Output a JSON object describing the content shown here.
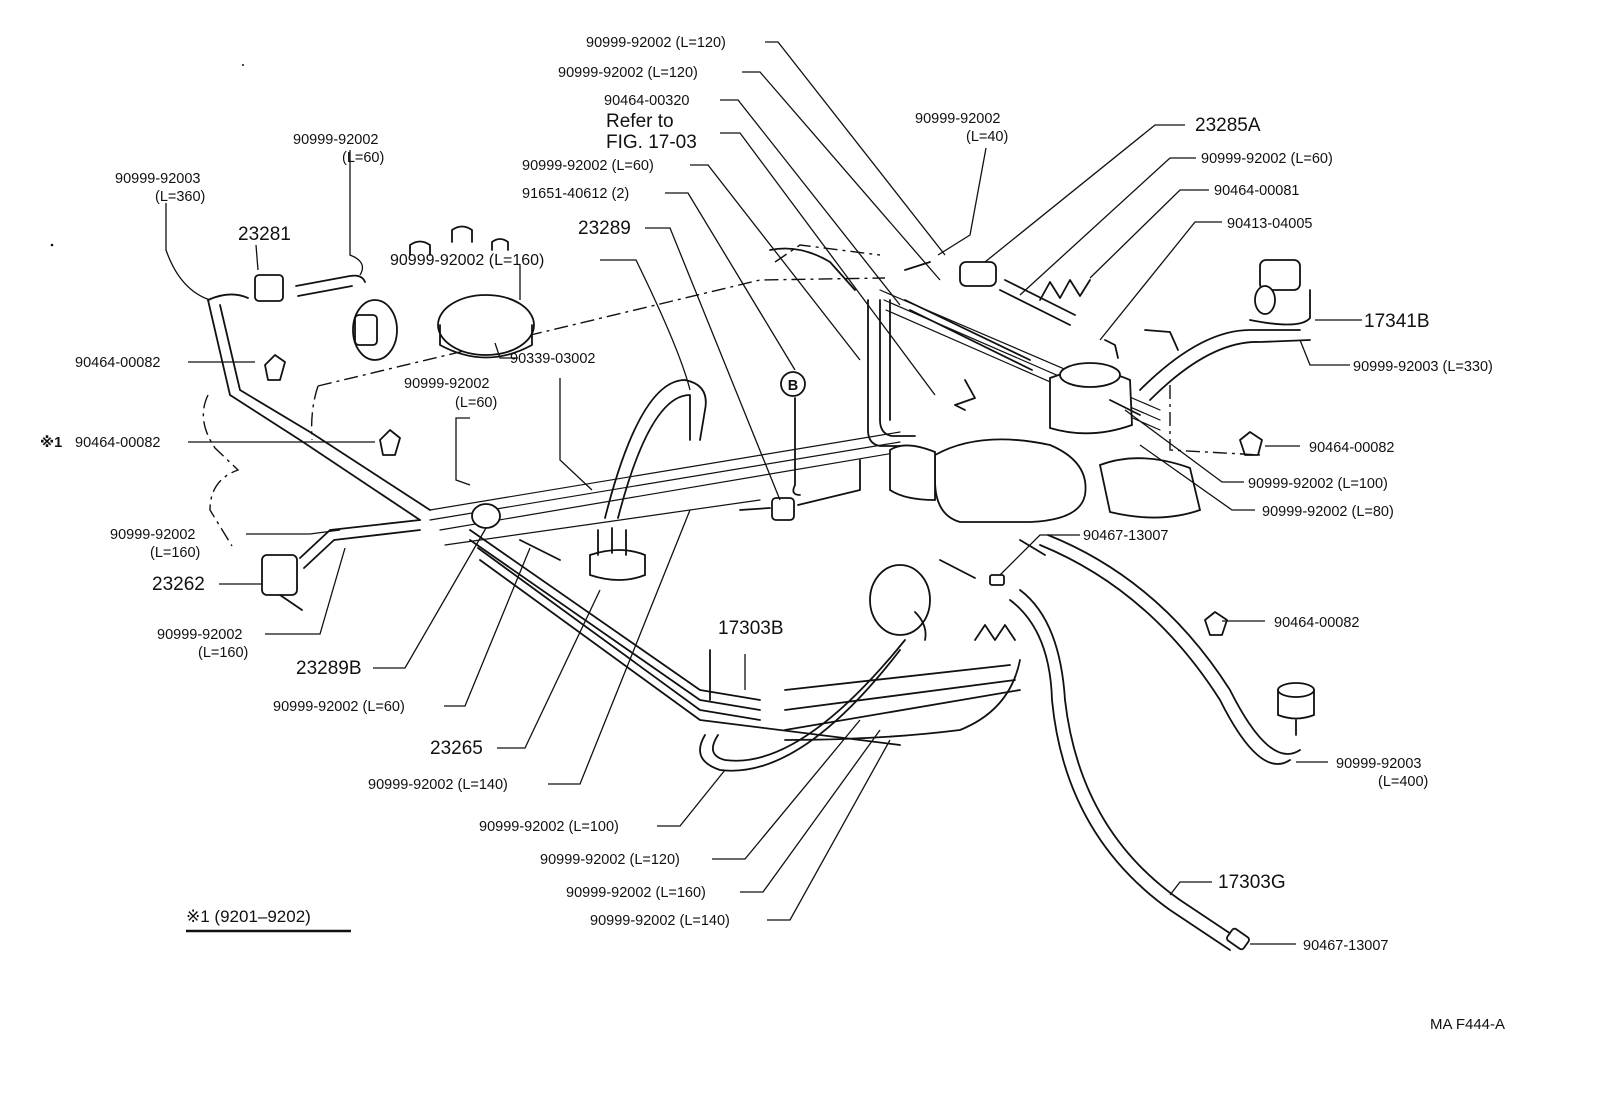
{
  "diagram": {
    "drawing_code": "MA F444-A",
    "note": "※1 (9201–9202)",
    "marker_b": "B",
    "labels": {
      "p_92002_l120_a": "90999-92002 (L=120)",
      "p_92002_l120_b": "90999-92002 (L=120)",
      "p_00320": "90464-00320",
      "refer_to": "Refer to",
      "fig_1703": "FIG. 17-03",
      "p_92002_l60_top": "90999-92002 (L=60)",
      "p_40612": "91651-40612 (2)",
      "p_23289": "23289",
      "p_92002_l40_pn": "90999-92002",
      "p_92002_l40_len": "(L=40)",
      "p_23285a": "23285A",
      "p_92002_l60_r": "90999-92002 (L=60)",
      "p_00081": "90464-00081",
      "p_04005": "90413-04005",
      "p_17341b": "17341B",
      "p_92003_l330": "90999-92003 (L=330)",
      "p_00082_r": "90464-00082",
      "p_92002_l100_r": "90999-92002 (L=100)",
      "p_92002_l80": "90999-92002 (L=80)",
      "p_13007_top": "90467-13007",
      "p_00082_r2": "90464-00082",
      "p_92003_l400_pn": "90999-92003",
      "p_92003_l400_len": "(L=400)",
      "p_17303g": "17303G",
      "p_13007_bot": "90467-13007",
      "p_92002_l60_ul_pn": "90999-92002",
      "p_92002_l60_ul_len": "(L=60)",
      "p_92003_l360_pn": "90999-92003",
      "p_92003_l360_len": "(L=360)",
      "p_23281": "23281",
      "p_92002_l160_mid": "90999-92002 (L=160)",
      "p_03002": "90339-03002",
      "p_00082_l": "90464-00082",
      "p_92002_l60_mid_pn": "90999-92002",
      "p_92002_l60_mid_len": "(L=60)",
      "p_00082_star_mark": "※1",
      "p_00082_star": "90464-00082",
      "p_92002_l160_l_pn": "90999-92002",
      "p_92002_l160_l_len": "(L=160)",
      "p_23262": "23262",
      "p_92002_l160_l2_pn": "90999-92002",
      "p_92002_l160_l2_len": "(L=160)",
      "p_23289b": "23289B",
      "p_92002_l60_bot": "90999-92002 (L=60)",
      "p_23265": "23265",
      "p_92002_l140_mid": "90999-92002 (L=140)",
      "p_17303b": "17303B",
      "p_92002_l100_bot": "90999-92002 (L=100)",
      "p_92002_l120_bot": "90999-92002 (L=120)",
      "p_92002_l160_bot": "90999-92002 (L=160)",
      "p_92002_l140_bot": "90999-92002 (L=140)"
    }
  }
}
